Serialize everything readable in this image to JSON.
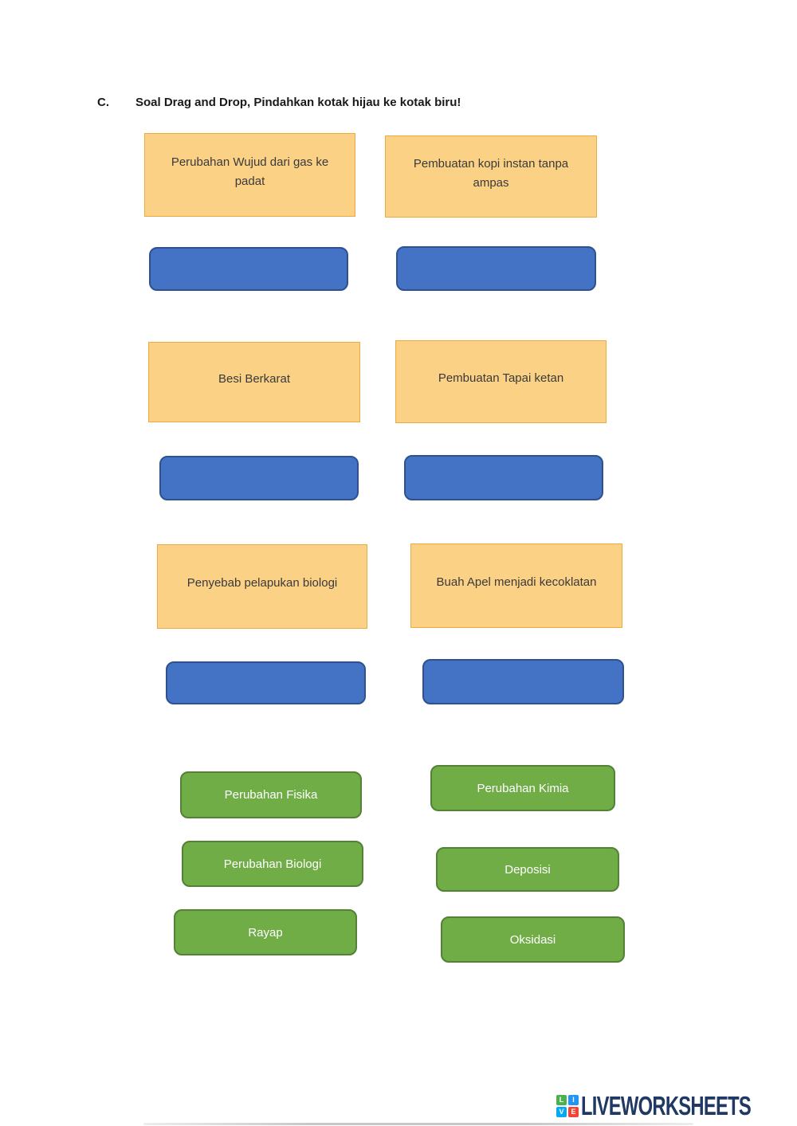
{
  "header": {
    "section_label": "C.",
    "instruction": "Soal Drag and Drop, Pindahkan kotak hijau ke kotak biru!"
  },
  "questions": [
    {
      "label": "Perubahan Wujud dari gas ke padat"
    },
    {
      "label": "Pembuatan kopi instan tanpa ampas"
    },
    {
      "label": "Besi Berkarat"
    },
    {
      "label": "Pembuatan Tapai ketan"
    },
    {
      "label": "Penyebab pelapukan biologi"
    },
    {
      "label": "Buah Apel menjadi kecoklatan"
    }
  ],
  "drop_zones": [
    {
      "for_question": "Perubahan Wujud dari gas ke padat",
      "value": ""
    },
    {
      "for_question": "Pembuatan kopi instan tanpa ampas",
      "value": ""
    },
    {
      "for_question": "Besi Berkarat",
      "value": ""
    },
    {
      "for_question": "Pembuatan Tapai ketan",
      "value": ""
    },
    {
      "for_question": "Penyebab pelapukan biologi",
      "value": ""
    },
    {
      "for_question": "Buah Apel menjadi kecoklatan",
      "value": ""
    }
  ],
  "answers": [
    {
      "label": "Perubahan Fisika"
    },
    {
      "label": "Perubahan Kimia"
    },
    {
      "label": "Perubahan Biologi"
    },
    {
      "label": "Deposisi"
    },
    {
      "label": "Rayap"
    },
    {
      "label": "Oksidasi"
    }
  ],
  "footer": {
    "logo_text": "LIVEWORKSHEETS",
    "logo_squares": [
      {
        "letter": "L",
        "color": "#4caf50"
      },
      {
        "letter": "I",
        "color": "#2196f3"
      },
      {
        "letter": "V",
        "color": "#03a9f4"
      },
      {
        "letter": "E",
        "color": "#f44336"
      }
    ]
  },
  "colors": {
    "orange_fill": "#fbd186",
    "orange_border": "#f0a93f",
    "blue_fill": "#4472c4",
    "blue_border": "#2f528f",
    "green_fill": "#70ad47",
    "green_border": "#538135",
    "question_text": "#3a3a3a",
    "answer_text": "#ffffff",
    "logo_text": "#1f3864"
  }
}
